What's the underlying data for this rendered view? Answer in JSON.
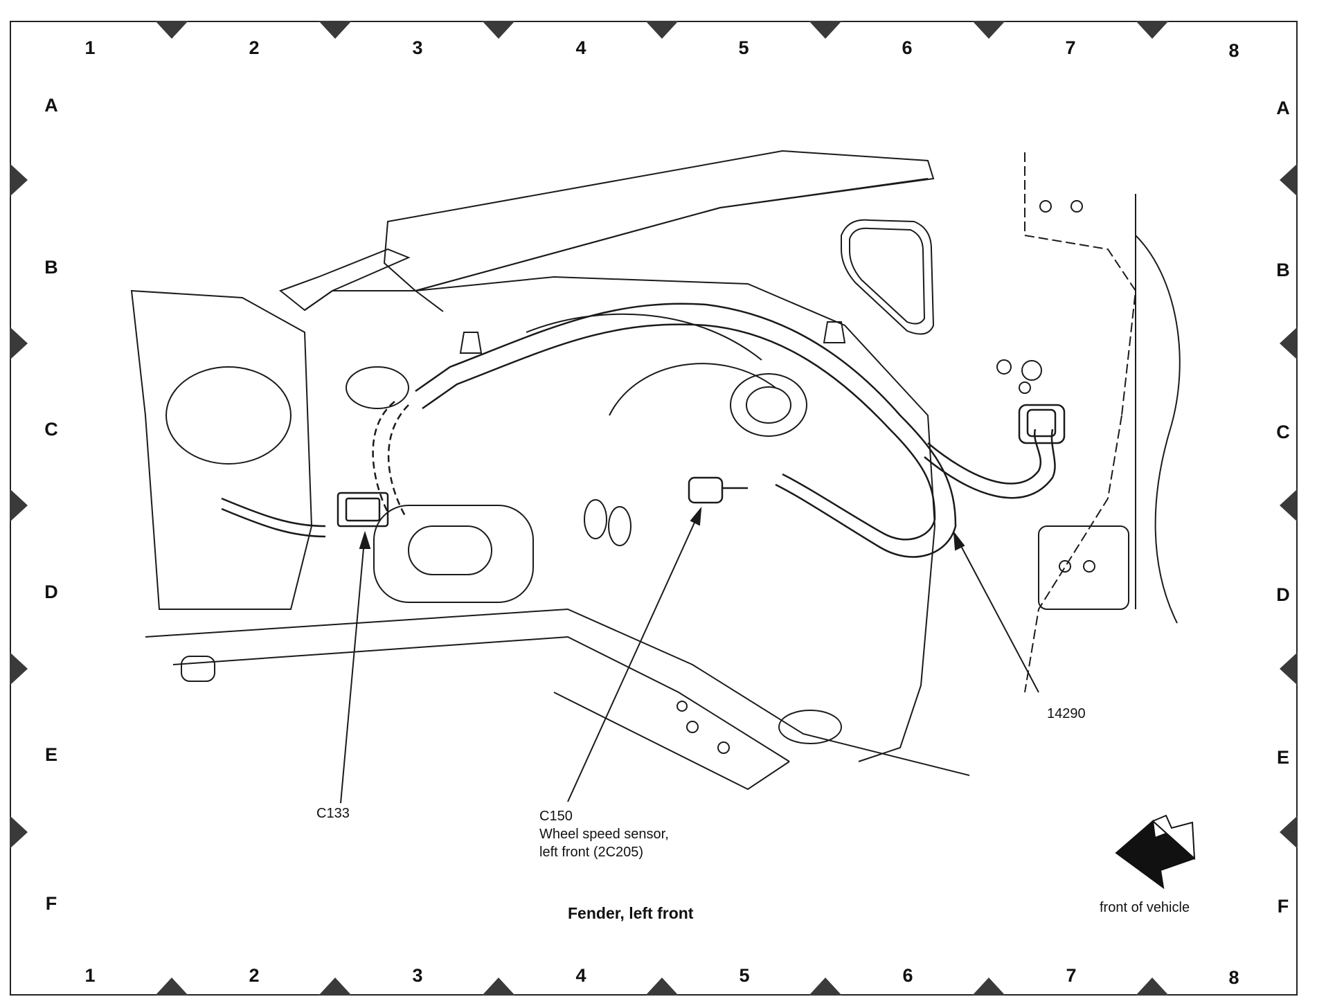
{
  "grid": {
    "columns": [
      "1",
      "2",
      "3",
      "4",
      "5",
      "6",
      "7",
      "8"
    ],
    "rows": [
      "A",
      "B",
      "C",
      "D",
      "E",
      "F"
    ]
  },
  "callouts": {
    "c133": "C133",
    "c150_id": "C150",
    "c150_line1": "Wheel speed sensor,",
    "c150_line2": "left front (2C205)",
    "part_14290": "14290"
  },
  "title": "Fender, left front",
  "direction": {
    "label": "front of vehicle",
    "icon": "front-arrow-icon"
  },
  "colors": {
    "line": "#1a1a1a",
    "marker": "#3a3a3a"
  }
}
